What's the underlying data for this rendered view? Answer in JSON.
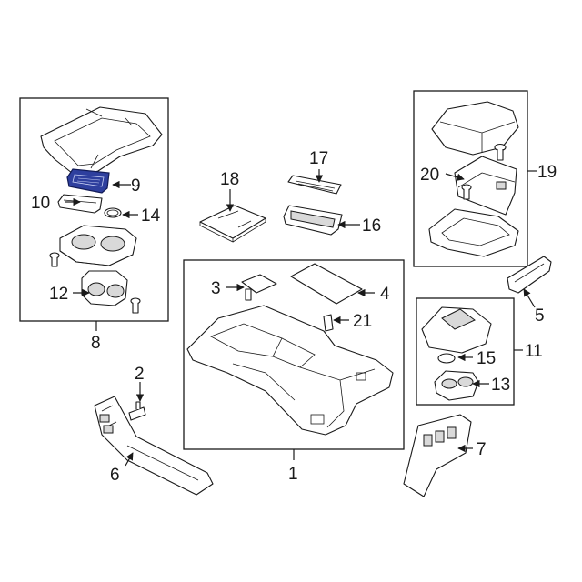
{
  "highlight_color": "#2e3f9e",
  "callouts": {
    "c1": "1",
    "c2": "2",
    "c3": "3",
    "c4": "4",
    "c5": "5",
    "c6": "6",
    "c7": "7",
    "c8": "8",
    "c9": "9",
    "c10": "10",
    "c11": "11",
    "c12": "12",
    "c13": "13",
    "c14": "14",
    "c15": "15",
    "c16": "16",
    "c17": "17",
    "c18": "18",
    "c19": "19",
    "c20": "20",
    "c21": "21"
  }
}
